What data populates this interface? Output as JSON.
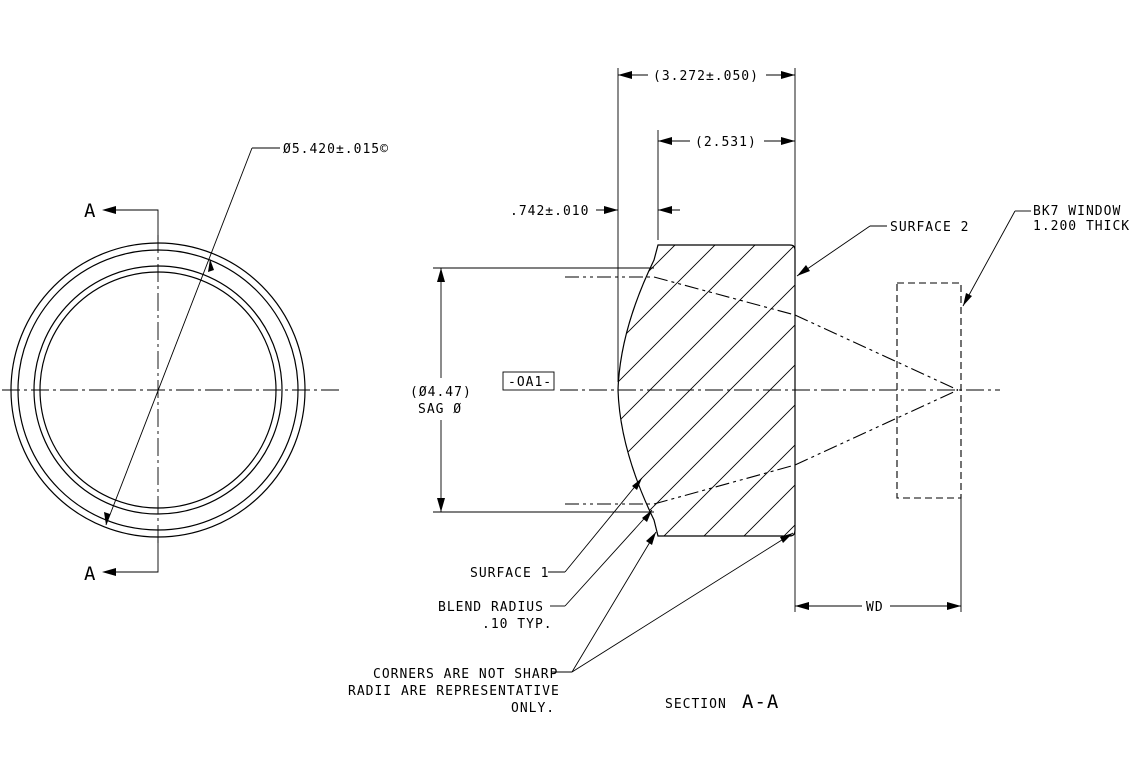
{
  "labels": {
    "section_a_top": "A",
    "section_a_bottom": "A",
    "outer_diameter": "Ø5.420±.015©",
    "overall_length": "(3.272±.050)",
    "body_length": "(2.531)",
    "flange_thickness": ".742±.010",
    "surface_2": "SURFACE 2",
    "window_line1": "BK7 WINDOW",
    "window_line2": "1.200 THICK",
    "sag_dia_line1": "(Ø4.47)",
    "sag_dia_line2": "SAG Ø",
    "datum": "-OA1-",
    "surface_1": "SURFACE 1",
    "blend_line1": "BLEND  RADIUS",
    "blend_line2": ".10 TYP.",
    "wd": "WD",
    "corners_line1": "CORNERS ARE NOT SHARP",
    "corners_line2": "RADII ARE REPRESENTATIVE",
    "corners_line3": "ONLY.",
    "section_title": "SECTION",
    "section_letters": "A-A"
  }
}
